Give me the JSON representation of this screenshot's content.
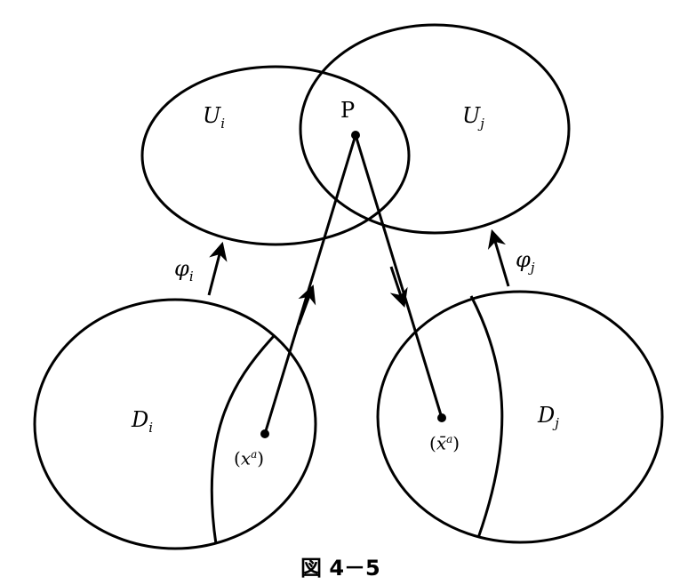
{
  "labels": {
    "u_i": "U",
    "u_i_sub": "i",
    "u_j": "U",
    "u_j_sub": "j",
    "p": "P",
    "phi_i": "φ",
    "phi_i_sub": "i",
    "phi_j": "φ",
    "phi_j_sub": "j",
    "d_i": "D",
    "d_i_sub": "i",
    "d_j": "D",
    "d_j_sub": "j",
    "x_open": "(",
    "x": "x",
    "x_sup": "a",
    "x_close": ")",
    "xbar_open": "(",
    "xbar": "x̄",
    "xbar_sup": "a",
    "xbar_close": ")"
  },
  "caption": "図 4－5"
}
